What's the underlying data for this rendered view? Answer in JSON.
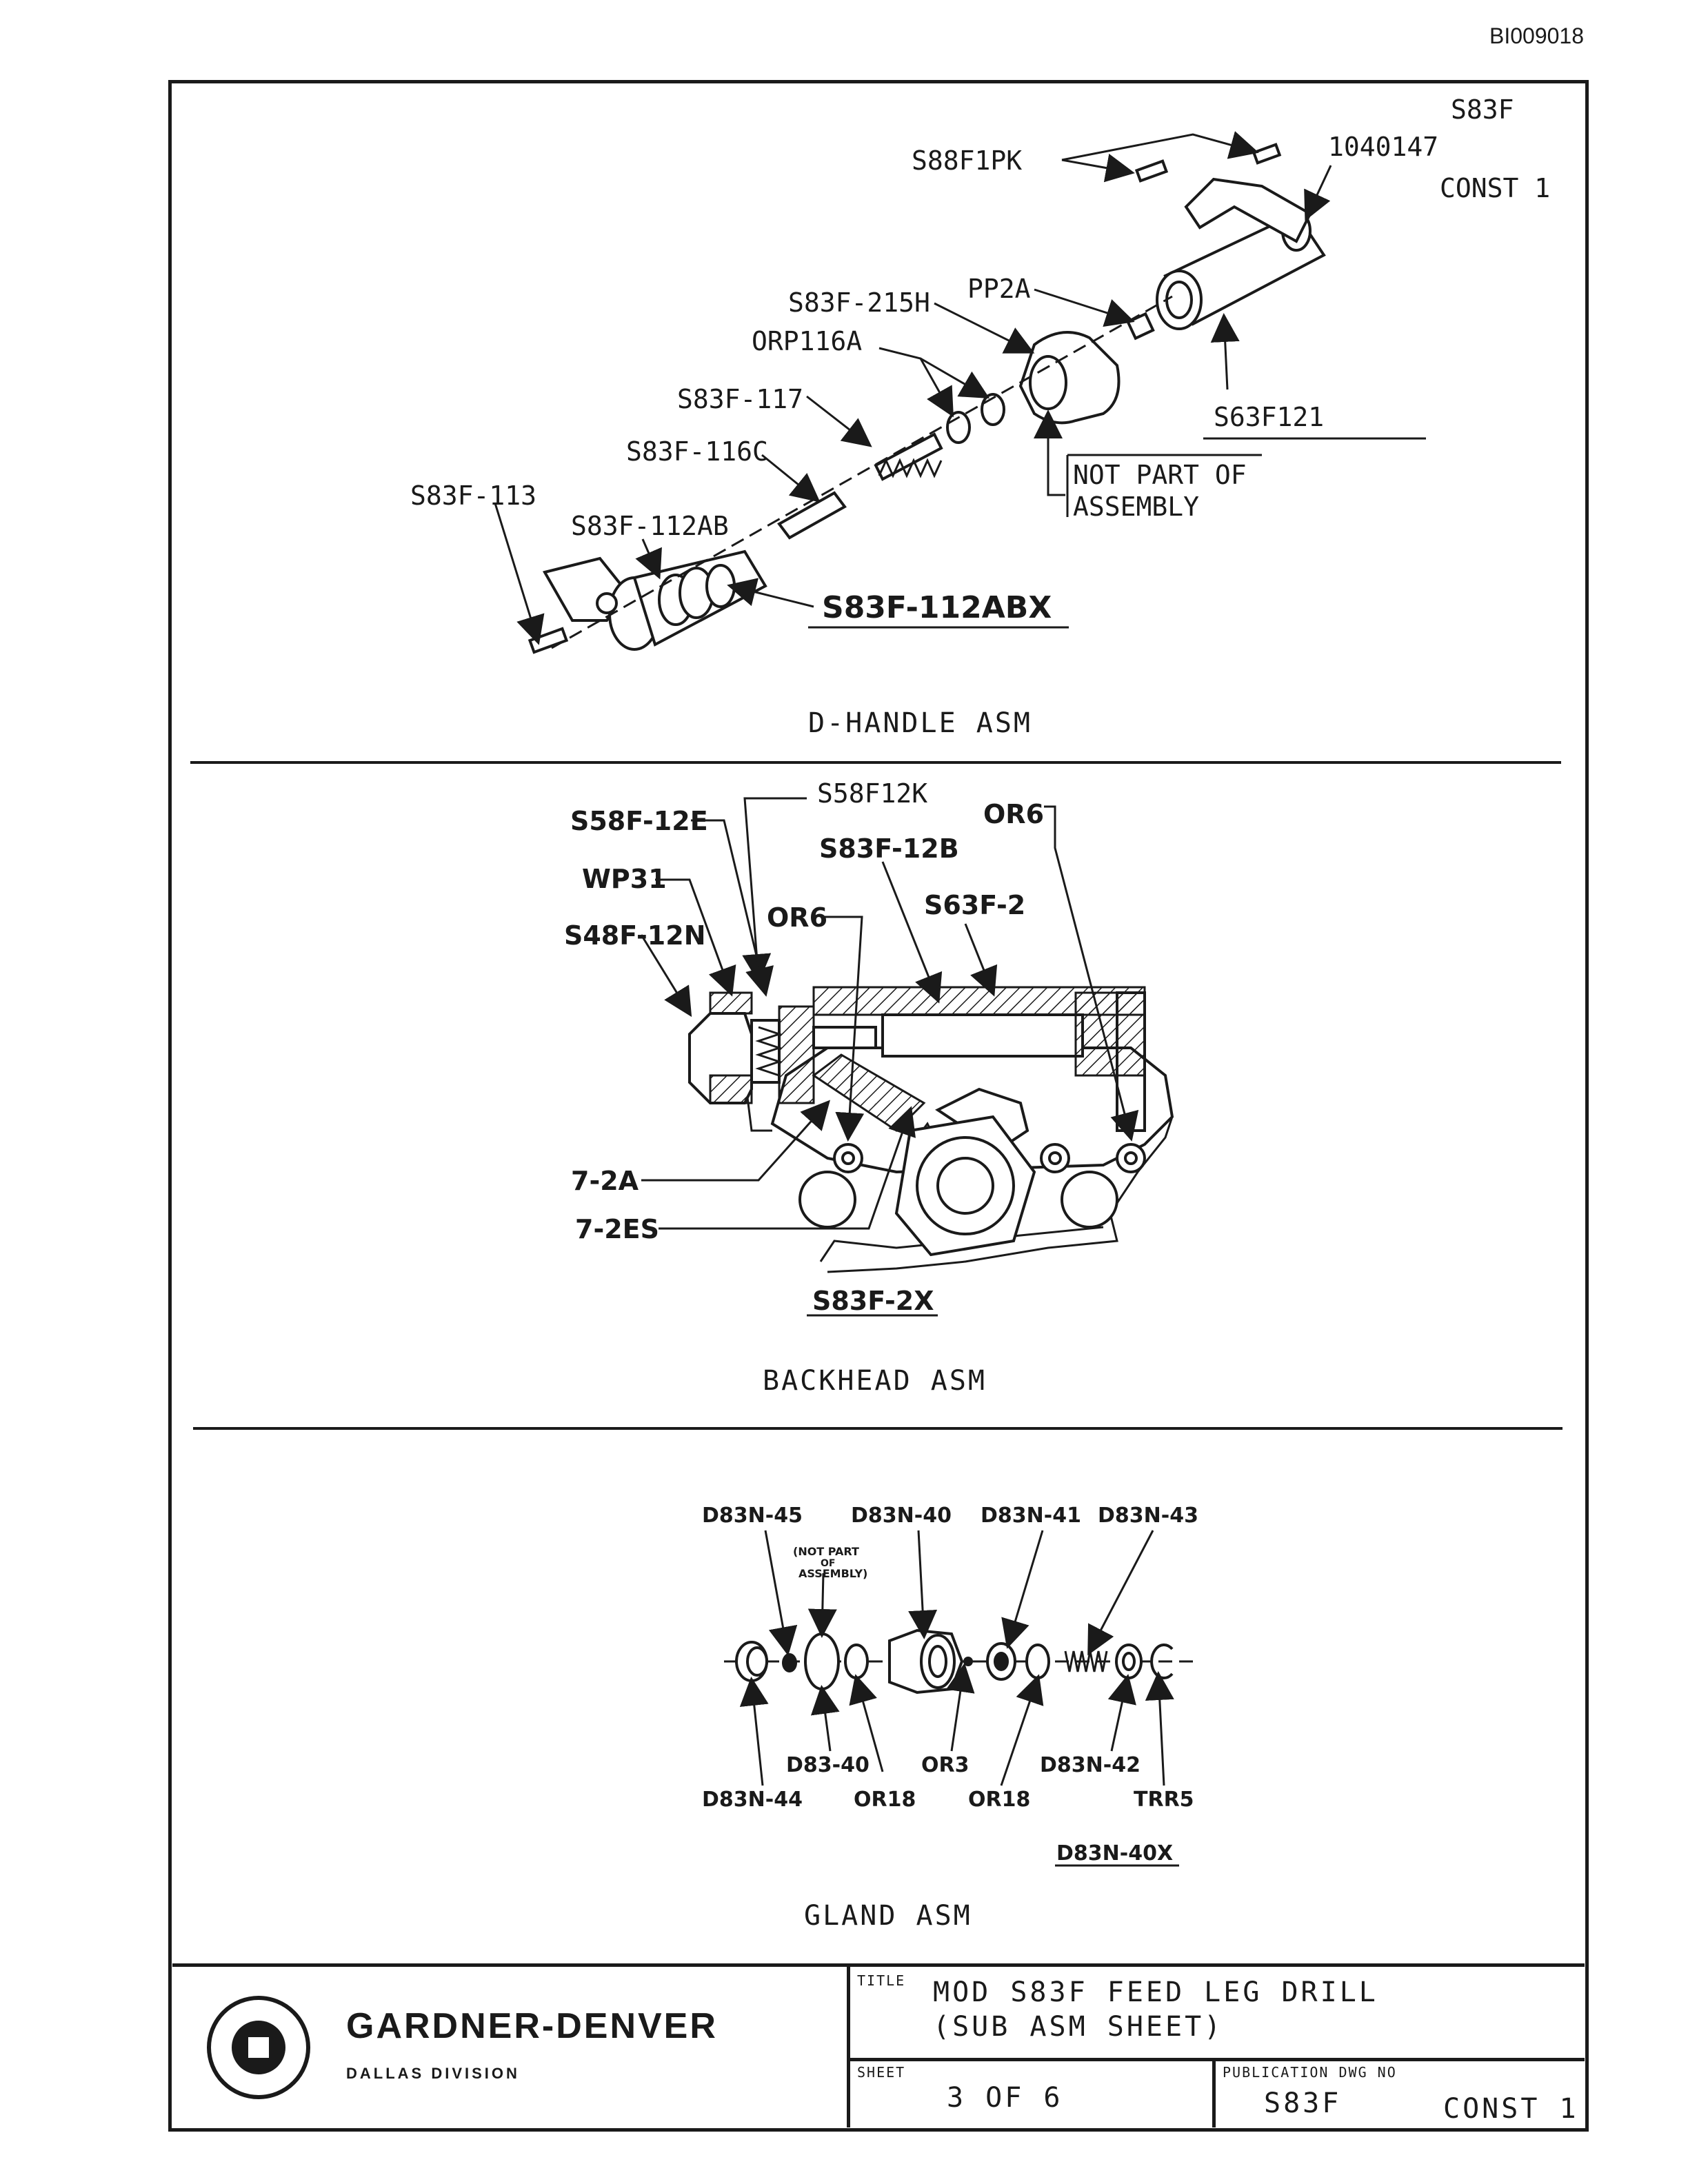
{
  "doc_id": "BI009018",
  "header": {
    "model": "S83F",
    "part_no": "1040147",
    "const": "CONST  1"
  },
  "sections": [
    {
      "title": "D-HANDLE ASM",
      "assembly_no": "S83F-112ABX",
      "not_part_note": [
        "NOT PART OF",
        "ASSEMBLY"
      ],
      "labels": [
        "S88F1PK",
        "S83F-215H",
        "PP2A",
        "ORP116A",
        "S83F-117",
        "S83F-116C",
        "S83F-113",
        "S83F-112AB",
        "S63F121"
      ]
    },
    {
      "title": "BACKHEAD ASM",
      "assembly_no": "S83F-2X",
      "labels": [
        "S58F12K",
        "S58F-12E",
        "OR6",
        "S83F-12B",
        "WP31",
        "OR6",
        "S63F-2",
        "S48F-12N",
        "7-2A",
        "7-2ES"
      ]
    },
    {
      "title": "GLAND ASM",
      "assembly_no": "D83N-40X",
      "not_part_note": [
        "(NOT PART",
        "OF",
        "ASSEMBLY)"
      ],
      "labels_top": [
        "D83N-45",
        "D83N-40",
        "D83N-41",
        "D83N-43"
      ],
      "labels_bottom": [
        "D83-40",
        "OR3",
        "D83N-42",
        "D83N-44",
        "OR18",
        "OR18",
        "TRR5"
      ]
    }
  ],
  "title_block": {
    "company": "GARDNER-DENVER",
    "division": "DALLAS DIVISION",
    "title_caption": "TITLE",
    "title_line1": "MOD S83F   FEED LEG DRILL",
    "title_line2": "(SUB ASM SHEET)",
    "sheet_caption": "SHEET",
    "sheet": "3 OF 6",
    "pub_caption": "PUBLICATION DWG NO",
    "pub_no": "S83F",
    "pub_const": "CONST  1"
  }
}
